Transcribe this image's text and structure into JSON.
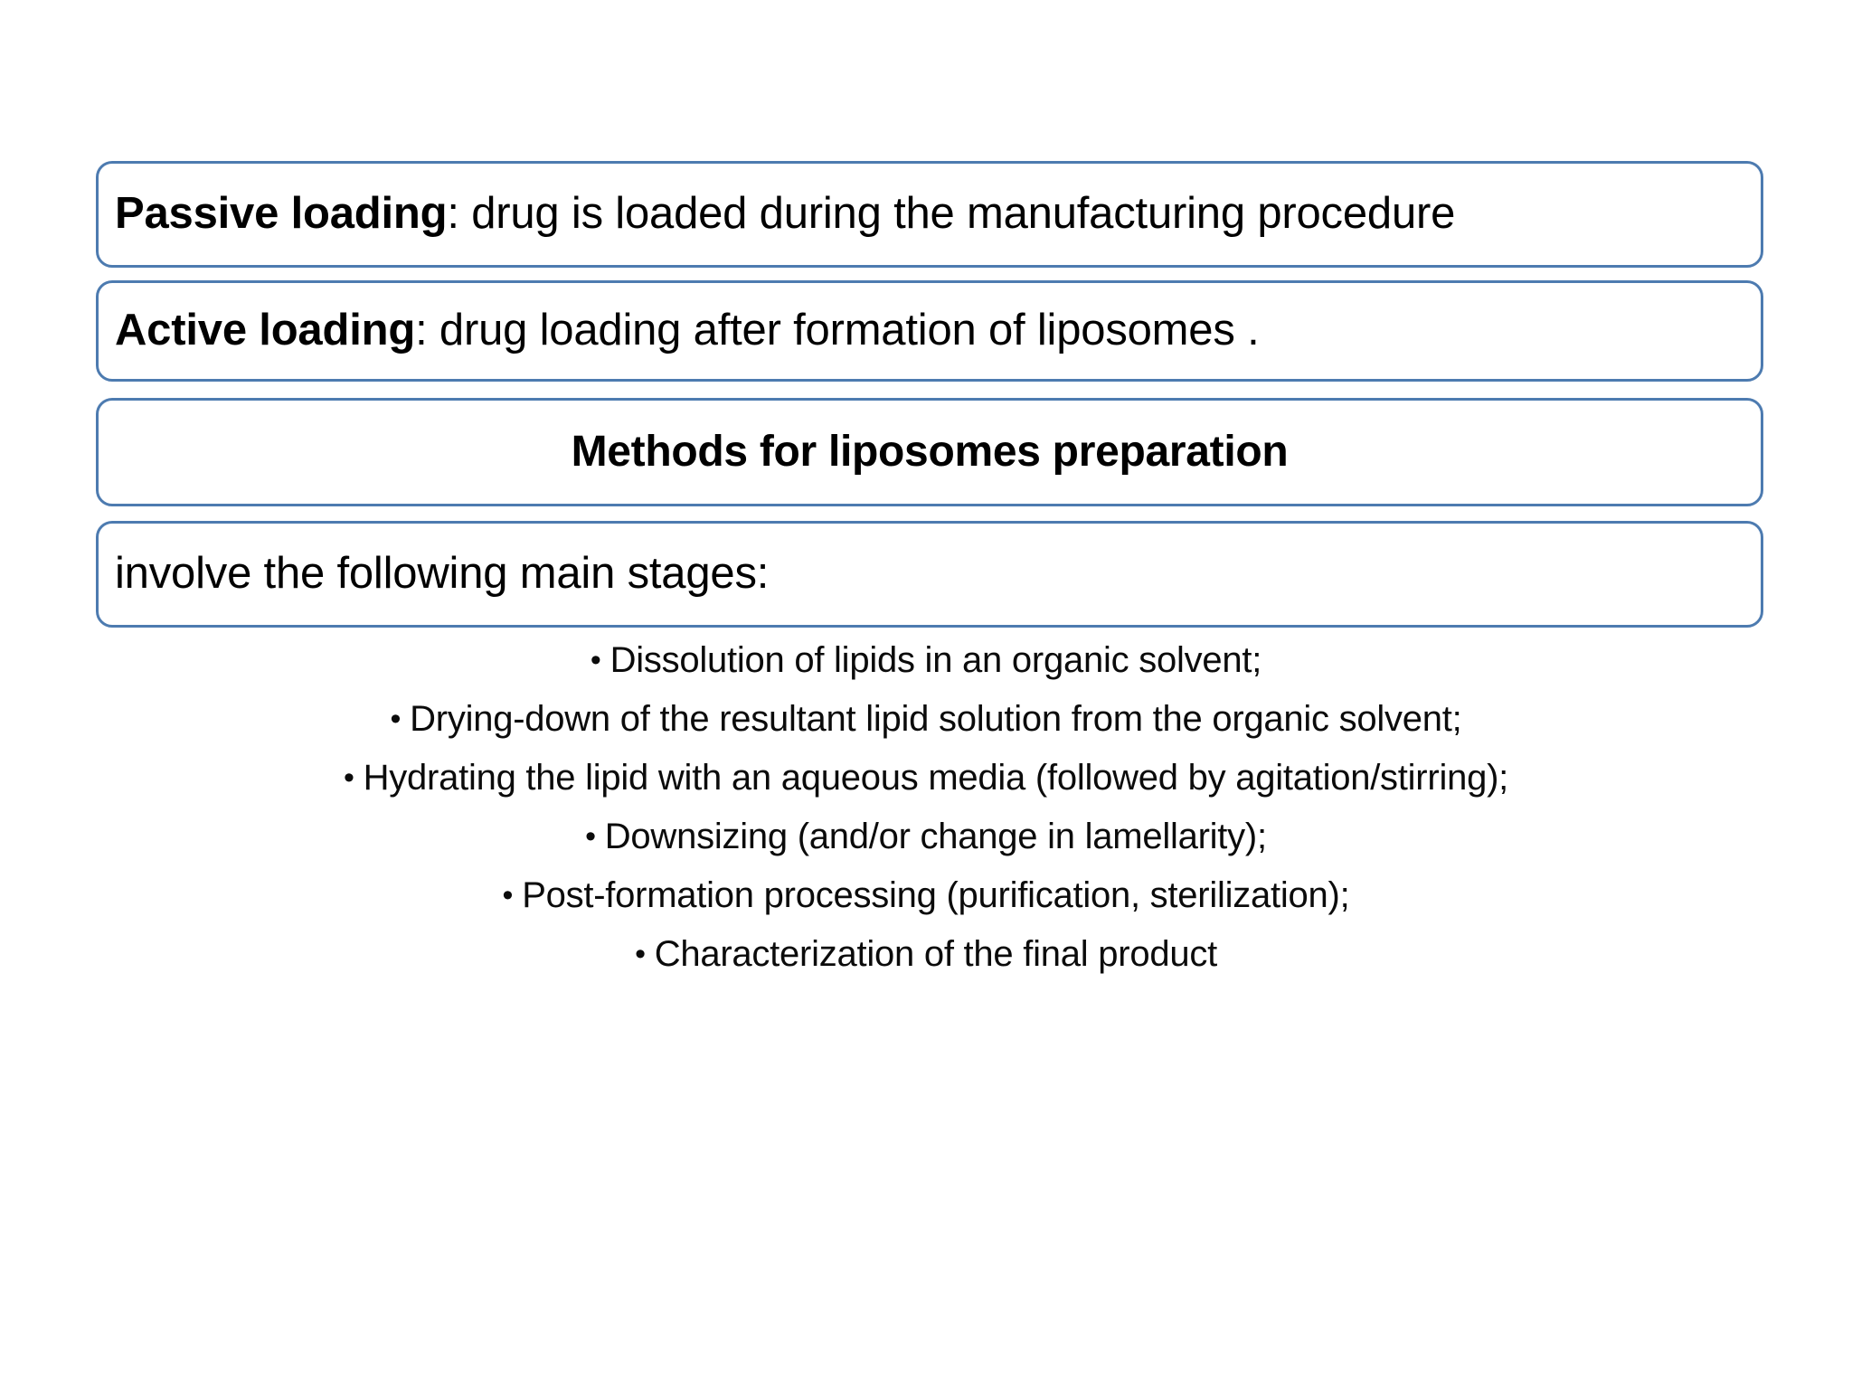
{
  "slide": {
    "background_color": "#ffffff",
    "box_border_color": "#4d7bb0",
    "text_color": "#000000"
  },
  "boxes": [
    {
      "name": "passive-loading",
      "lead": "Passive loading",
      "rest": ": drug is loaded during the manufacturing  procedure"
    },
    {
      "name": "active-loading",
      "lead": "Active loading",
      "rest": ": drug loading after formation of liposomes  ."
    },
    {
      "name": "methods-heading",
      "heading": "Methods for liposomes preparation"
    },
    {
      "name": "involve-stages",
      "text": "involve the following main stages:"
    }
  ],
  "stages": {
    "bullet_glyph": "•",
    "items": [
      "Dissolution of lipids in an organic solvent;",
      "Drying-down of the resultant lipid  solution from the organic solvent;",
      "Hydrating the lipid with an aqueous media (followed by agitation/stirring);",
      "Downsizing (and/or change in lamellarity);",
      "Post-formation processing (purification, sterilization);",
      "Characterization of the final  product"
    ]
  }
}
